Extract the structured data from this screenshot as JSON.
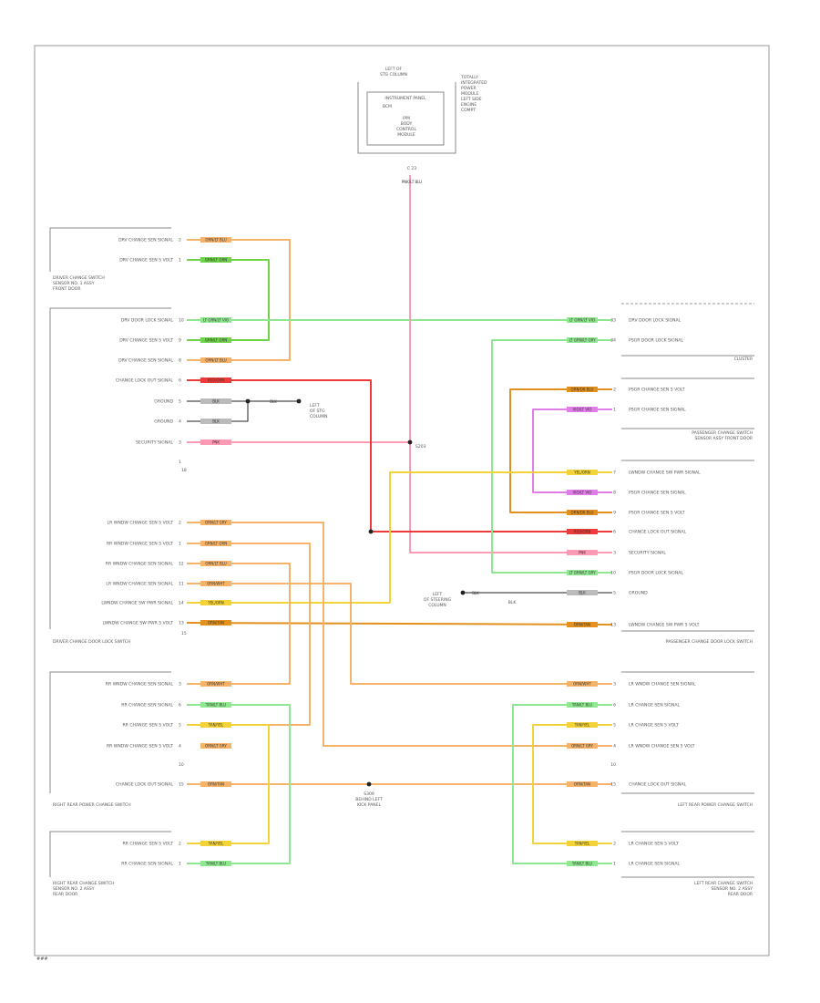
{
  "diagram_id": "###",
  "top_module": {
    "title_lines": [
      "LEFT OF",
      "STG COLUMN"
    ],
    "box_lines": [
      "INSTRUMENT PANEL",
      "BCM",
      "IPM",
      "BODY",
      "CONTROL",
      "MODULE"
    ],
    "side_lines": [
      "TOTALLY",
      "INTEGRATED",
      "POWER",
      "MODULE",
      "LEFT SIDE",
      "ENGINE",
      "COMPT"
    ],
    "pins": "C 23",
    "wire": "PNK/LT BLU"
  },
  "left_components": [
    {
      "id": "l1",
      "caption": [
        "DRIVER CHANGE SWITCH",
        "SENSOR NO. 1 ASSY",
        "FRONT DOOR"
      ],
      "rows": [
        {
          "pin": "2",
          "label": "DRV CHANGE SEN SIGNAL",
          "wire": "ORN/LT BLU"
        },
        {
          "pin": "1",
          "label": "DRV CHANGE SEN 5 VOLT",
          "wire": "GRN/LT GRN"
        }
      ]
    },
    {
      "id": "l2",
      "caption": [
        "DRIVER CHANGE DOOR LOCK SWITCH"
      ],
      "rows": [
        {
          "pin": "10",
          "label": "DRV DOOR LOCK SIGNAL",
          "wire": "LT GRN/LT VIO"
        },
        {
          "pin": "9",
          "label": "DRV CHANGE SEN 5 VOLT",
          "wire": "GRN/LT GRN"
        },
        {
          "pin": "8",
          "label": "DRV CHANGE SEN SIGNAL",
          "wire": "ORN/LT BLU"
        },
        {
          "pin": "6",
          "label": "CHANGE LOCK OUT SIGNAL",
          "wire": "RED/ORN"
        },
        {
          "pin": "5",
          "label": "GROUND",
          "wire": "BLK"
        },
        {
          "pin": "4",
          "label": "GROUND",
          "wire": "BLK"
        },
        {
          "pin": "3",
          "label": "SECURITY SIGNAL",
          "wire": "PNK"
        },
        {
          "pin": "2",
          "label": "LR WNDW CHANGE SEN 5 VOLT",
          "wire": "ORN/LT GRY"
        },
        {
          "pin": "1",
          "label": "RR WNDW CHANGE SEN 5 VOLT",
          "wire": "GRN/LT GRN"
        },
        {
          "pin": "12",
          "label": "RR WNDW CHANGE SEN SIGNAL",
          "wire": "ORN/LT BLU"
        },
        {
          "pin": "11",
          "label": "LR WNDW CHANGE SEN SIGNAL",
          "wire": "ORN/WHT"
        },
        {
          "pin": "14",
          "label": "LWNDW CHANGE SW PWR SIGNAL",
          "wire": "YEL/ORN"
        },
        {
          "pin": "13",
          "label": "LWNDW CHANGE SW PWR 5 VOLT",
          "wire": "ORN/TAN"
        }
      ],
      "notes": [
        "1",
        "18",
        "15"
      ]
    },
    {
      "id": "l3",
      "caption": [
        "RIGHT REAR POWER CHANGE SWITCH"
      ],
      "rows": [
        {
          "pin": "3",
          "label": "RR WNDW CHANGE SEN SIGNAL",
          "wire": "ORN/WHT"
        },
        {
          "pin": "6",
          "label": "RR CHANGE SEN SIGNAL",
          "wire": "TAN/LT BLU"
        },
        {
          "pin": "5",
          "label": "RR CHANGE SEN 5 VOLT",
          "wire": "TAN/YEL"
        },
        {
          "pin": "4",
          "label": "RR WNDW CHANGE SEN 5 VOLT",
          "wire": "ORN/LT GRY"
        },
        {
          "pin": "15",
          "label": "CHANGE LOCK OUT SIGNAL",
          "wire": "ORN/TAN"
        }
      ],
      "notes": [
        "10"
      ]
    },
    {
      "id": "l4",
      "caption": [
        "RIGHT REAR CHANGE SWITCH",
        "SENSOR NO. 2 ASSY",
        "REAR DOOR"
      ],
      "rows": [
        {
          "pin": "2",
          "label": "RR CHANGE SEN 5 VOLT",
          "wire": "TAN/YEL"
        },
        {
          "pin": "1",
          "label": "RR CHANGE SEN SIGNAL",
          "wire": "TAN/LT BLU"
        }
      ]
    }
  ],
  "right_components": [
    {
      "id": "r1",
      "caption": [
        "CLUSTER"
      ],
      "rows": [
        {
          "pin": "33",
          "label": "DRV DOOR LOCK SIGNAL",
          "wire": "LT GRN/LT VIO"
        },
        {
          "pin": "34",
          "label": "PSGR DOOR LOCK SIGNAL",
          "wire": "LT GRN/LT GRY"
        }
      ]
    },
    {
      "id": "r2",
      "caption": [
        "PASSENGER CHANGE SWITCH",
        "SENSOR ASSY FRONT DOOR"
      ],
      "rows": [
        {
          "pin": "2",
          "label": "PSGR CHANGE SEN 5 VOLT",
          "wire": "ORN/DK BLU"
        },
        {
          "pin": "1",
          "label": "PSGR CHANGE SEN SIGNAL",
          "wire": "VIO/LT VIO"
        }
      ]
    },
    {
      "id": "r3",
      "caption": [
        "PASSENGER CHANGE DOOR LOCK SWITCH"
      ],
      "rows": [
        {
          "pin": "7",
          "label": "LWNDW CHANGE SW PWR SIGNAL",
          "wire": "YEL/ORN"
        },
        {
          "pin": "8",
          "label": "PSGR CHANGE SEN SIGNAL",
          "wire": "VIO/LT VIO"
        },
        {
          "pin": "9",
          "label": "PSGR CHANGE SEN 5 VOLT",
          "wire": "ORN/DK BLU"
        },
        {
          "pin": "6",
          "label": "CHANGE LOCK OUT SIGNAL",
          "wire": "RED/ORN"
        },
        {
          "pin": "3",
          "label": "SECURITY SIGNAL",
          "wire": "PNK"
        },
        {
          "pin": "10",
          "label": "PSGR DOOR LOCK SIGNAL",
          "wire": "LT GRN/LT GRY"
        },
        {
          "pin": "5",
          "label": "GROUND",
          "wire": "BLK"
        },
        {
          "pin": "13",
          "label": "LWNDW CHANGE SW PWR 5 VOLT",
          "wire": "ORN/TAN"
        }
      ]
    },
    {
      "id": "r4",
      "caption": [
        "LEFT REAR POWER CHANGE SWITCH"
      ],
      "rows": [
        {
          "pin": "3",
          "label": "LR WNDW CHANGE SEN SIGNAL",
          "wire": "ORN/WHT"
        },
        {
          "pin": "6",
          "label": "LR CHANGE SEN SIGNAL",
          "wire": "TAN/LT BLU"
        },
        {
          "pin": "5",
          "label": "LR CHANGE SEN 5 VOLT",
          "wire": "TAN/YEL"
        },
        {
          "pin": "4",
          "label": "LR WNDW CHANGE SEN 5 VOLT",
          "wire": "ORN/LT GRY"
        },
        {
          "pin": "15",
          "label": "CHANGE LOCK OUT SIGNAL",
          "wire": "ORN/TAN"
        }
      ],
      "notes": [
        "10"
      ]
    },
    {
      "id": "r5",
      "caption": [
        "LEFT REAR CHANGE SWITCH",
        "SENSOR NO. 2 ASSY",
        "REAR DOOR"
      ],
      "rows": [
        {
          "pin": "2",
          "label": "LR CHANGE SEN 5 VOLT",
          "wire": "TAN/YEL"
        },
        {
          "pin": "1",
          "label": "LR CHANGE SEN SIGNAL",
          "wire": "TAN/LT BLU"
        }
      ]
    }
  ],
  "splices": {
    "ground_left": {
      "wire": "BLK",
      "lines": [
        "LEFT",
        "OF STG",
        "COLUMN"
      ]
    },
    "ground_right": {
      "wire": "BLK",
      "lines": [
        "LEFT",
        "OF STEERING",
        "COLUMN"
      ],
      "wire2": "BLK"
    },
    "pink": "S203",
    "lower": [
      "S309",
      "BEHIND LEFT",
      "KICK PANEL"
    ]
  },
  "colors": {
    "orange": "#f5b36a",
    "green": "#70d44a",
    "lt_green": "#8fe88f",
    "red": "#ef3a3a",
    "pink": "#ff9ab4",
    "yellow": "#f3d23a",
    "violet": "#e07de8",
    "dark_orange": "#e3901e",
    "black": "#222222",
    "frame": "#9a9a9a"
  }
}
